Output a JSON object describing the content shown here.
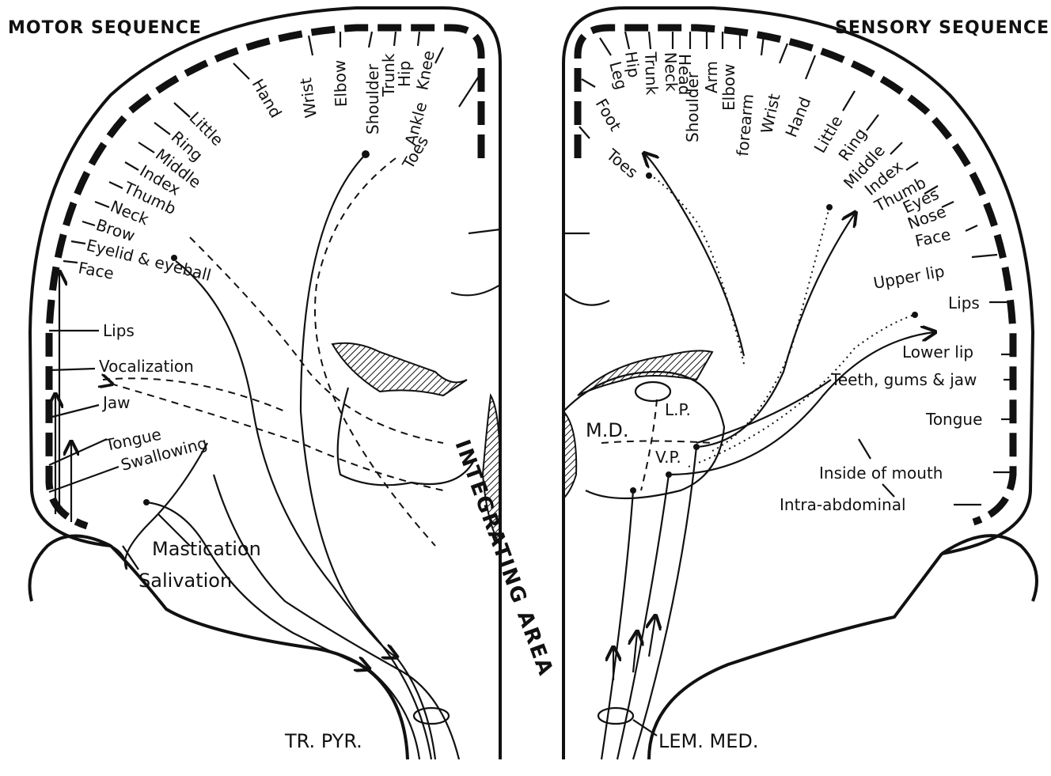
{
  "motor": {
    "title": "MOTOR SEQUENCE",
    "labels": {
      "toes": "Toes",
      "ankle": "Ankle",
      "knee": "Knee",
      "hip": "Hip",
      "trunk": "Trunk",
      "shoulder": "Shoulder",
      "elbow": "Elbow",
      "wrist": "Wrist",
      "hand": "Hand",
      "little": "Little",
      "ring": "Ring",
      "middle": "Middle",
      "index": "Index",
      "thumb": "Thumb",
      "neck": "Neck",
      "brow": "Brow",
      "eyelid": "Eyelid & eyeball",
      "face": "Face",
      "lips": "Lips",
      "vocalization": "Vocalization",
      "jaw": "Jaw",
      "tongue": "Tongue",
      "swallowing": "Swallowing",
      "mastication": "Mastication",
      "salivation": "Salivation"
    },
    "tract": "TR. PYR."
  },
  "center": {
    "label": "INTEGRATING AREA"
  },
  "sensory": {
    "title": "SENSORY SEQUENCE",
    "labels": {
      "toes": "Toes",
      "foot": "Foot",
      "leg": "Leg",
      "hip": "Hip",
      "trunk": "Trunk",
      "neck": "Neck",
      "head": "Head",
      "shoulder": "Shoulder",
      "arm": "Arm",
      "elbow": "Elbow",
      "forearm": "forearm",
      "wrist": "Wrist",
      "hand": "Hand",
      "little": "Little",
      "ring": "Ring",
      "middle": "Middle",
      "index": "Index",
      "thumb": "Thumb",
      "eyes": "Eyes",
      "nose": "Nose",
      "face": "Face",
      "upper_lip": "Upper lip",
      "lips": "Lips",
      "lower_lip": "Lower lip",
      "teeth": "Teeth, gums & jaw",
      "tongue": "Tongue",
      "inside_mouth": "Inside of mouth",
      "intra_abdominal": "Intra-abdominal"
    },
    "thalamus": {
      "md": "M.D.",
      "lp": "L.P.",
      "vp": "V.P."
    },
    "tract": "LEM. MED."
  }
}
